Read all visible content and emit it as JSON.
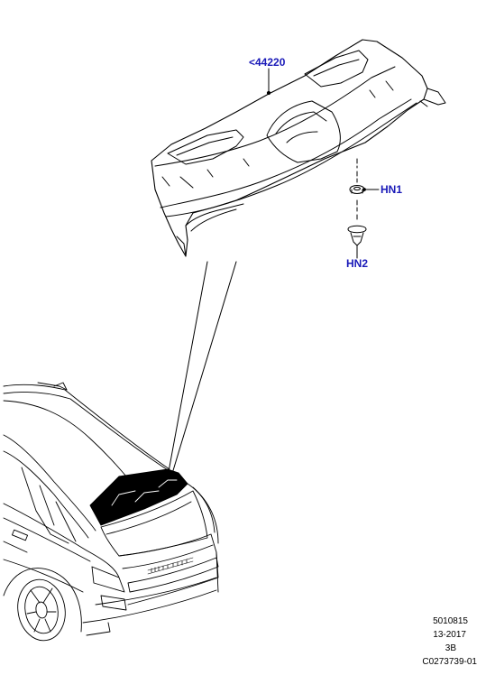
{
  "callouts": {
    "part_main": "<44220",
    "hn1": "HN1",
    "hn2": "HN2"
  },
  "reference": {
    "line1": "5010815",
    "line2": "13-2017",
    "line3": "3B",
    "line4": "C0273739-01"
  },
  "colors": {
    "callout": "#1a1ab8",
    "line": "#000000"
  }
}
